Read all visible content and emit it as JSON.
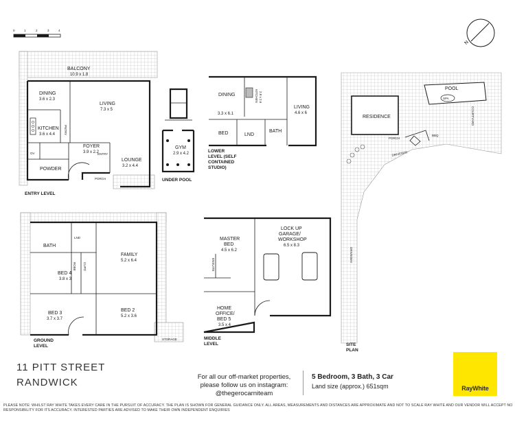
{
  "address": {
    "line1": "11 PITT STREET",
    "line2": "RANDWICK"
  },
  "promo": {
    "line1": "For all our off-market properties,",
    "line2": "please follow us on instagram:",
    "handle": "@thegerocarniteam"
  },
  "summary": {
    "features": "5 Bedroom, 3 Bath, 3 Car",
    "land": "Land size (approx.) 651sqm"
  },
  "brand": {
    "name": "RayWhite",
    "color": "#ffe600"
  },
  "disclaimer": {
    "line1": "PLEASE NOTE: WHILST RAY WHITE TAKES EVERY CARE IN THE PURSUIT OF ACCURACY. THE PLAN IS SHOWN FOR GENERAL GUIDANCE ONLY. ALL AREAS, MEASUREMENTS AND DISTANCES ARE APPROXIMATE AND NOT TO SCALE RAY WHITE AND OUR VENDOR WILL ACCEPT NO",
    "line2": "RESPONSIBILITY FOR ITS ACCURACY. INTERESTED PARTIES ARE ADVISED TO MAKE THEIR OWN INDEPENDENT ENQUIRIES"
  },
  "scale": {
    "labels": [
      "0",
      "1",
      "2",
      "3",
      "4"
    ]
  },
  "compass": {
    "label": "N"
  },
  "levels": {
    "entry": "ENTRY LEVEL",
    "under_pool": "UNDER POOL",
    "lower": "LOWER LEVEL (SELF CONTAINED STUDIO)",
    "ground": "GROUND LEVEL",
    "middle": "MIDDLE LEVEL",
    "site": "SITE PLAN"
  },
  "rooms": {
    "balcony": {
      "name": "BALCONY",
      "dims": "10.9 x 1.8"
    },
    "dining": {
      "name": "DINING",
      "dims": "3.6 x 2.3"
    },
    "living_entry": {
      "name": "LIVING",
      "dims": "7.3 x 5"
    },
    "kitchen": {
      "name": "KITCHEN",
      "dims": "3.6 x 4.4"
    },
    "pntry": "PNTRY",
    "foyer": {
      "name": "FOYER",
      "dims": "3.9 x 2.2"
    },
    "entry": "ENTRY",
    "lounge": {
      "name": "LOUNGE",
      "dims": "3.2 x 4.4"
    },
    "ov": "OV",
    "powder": "POWDER",
    "porch": "PORCH",
    "gym": {
      "name": "GYM",
      "dims": "2.9 x 4.2"
    },
    "dining_lower": {
      "name": "DINING",
      "dims": "3.3 x 6.1"
    },
    "kitchen_lower": {
      "name": "KITCHEN",
      "dims": "2.8 x 2.6"
    },
    "living_lower": {
      "name": "LIVING",
      "dims": "4.6 x 6"
    },
    "bed_lower": "BED",
    "lnd_lower": "LND",
    "bath_lower": "BATH",
    "bath_ground": "BATH",
    "lnd_ground": "LND",
    "family": {
      "name": "FAMILY",
      "dims": "5.2 x 6.4"
    },
    "robe": "ROBE",
    "cupd": "CUPD",
    "bed4": {
      "name": "BED 4",
      "dims": "3.8 x 3"
    },
    "bed3": {
      "name": "BED 3",
      "dims": "3.7 x 3.7"
    },
    "bed2": {
      "name": "BED 2",
      "dims": "5.2 x 3.6"
    },
    "storage": "STORAGE",
    "master": {
      "name": "MASTER BED",
      "dims": "4.5 x 6.2"
    },
    "ensuite": "ENSUITE",
    "garage": {
      "name": "LOCK UP GARAGE/ WORKSHOP",
      "dims": "6.5 x 8.3"
    },
    "office": {
      "name": "HOME OFFICE/ BED 5",
      "dims": "3.5 x 4"
    },
    "residence": "RESIDENCE",
    "pool": "POOL",
    "spa": "SPA",
    "courtyard": "COURTYARD",
    "porch_site": "PORCH",
    "bbq": "BBQ",
    "driveway_site": "DRIVEWAY",
    "driveway_vertical": "DRIVEWAY"
  }
}
